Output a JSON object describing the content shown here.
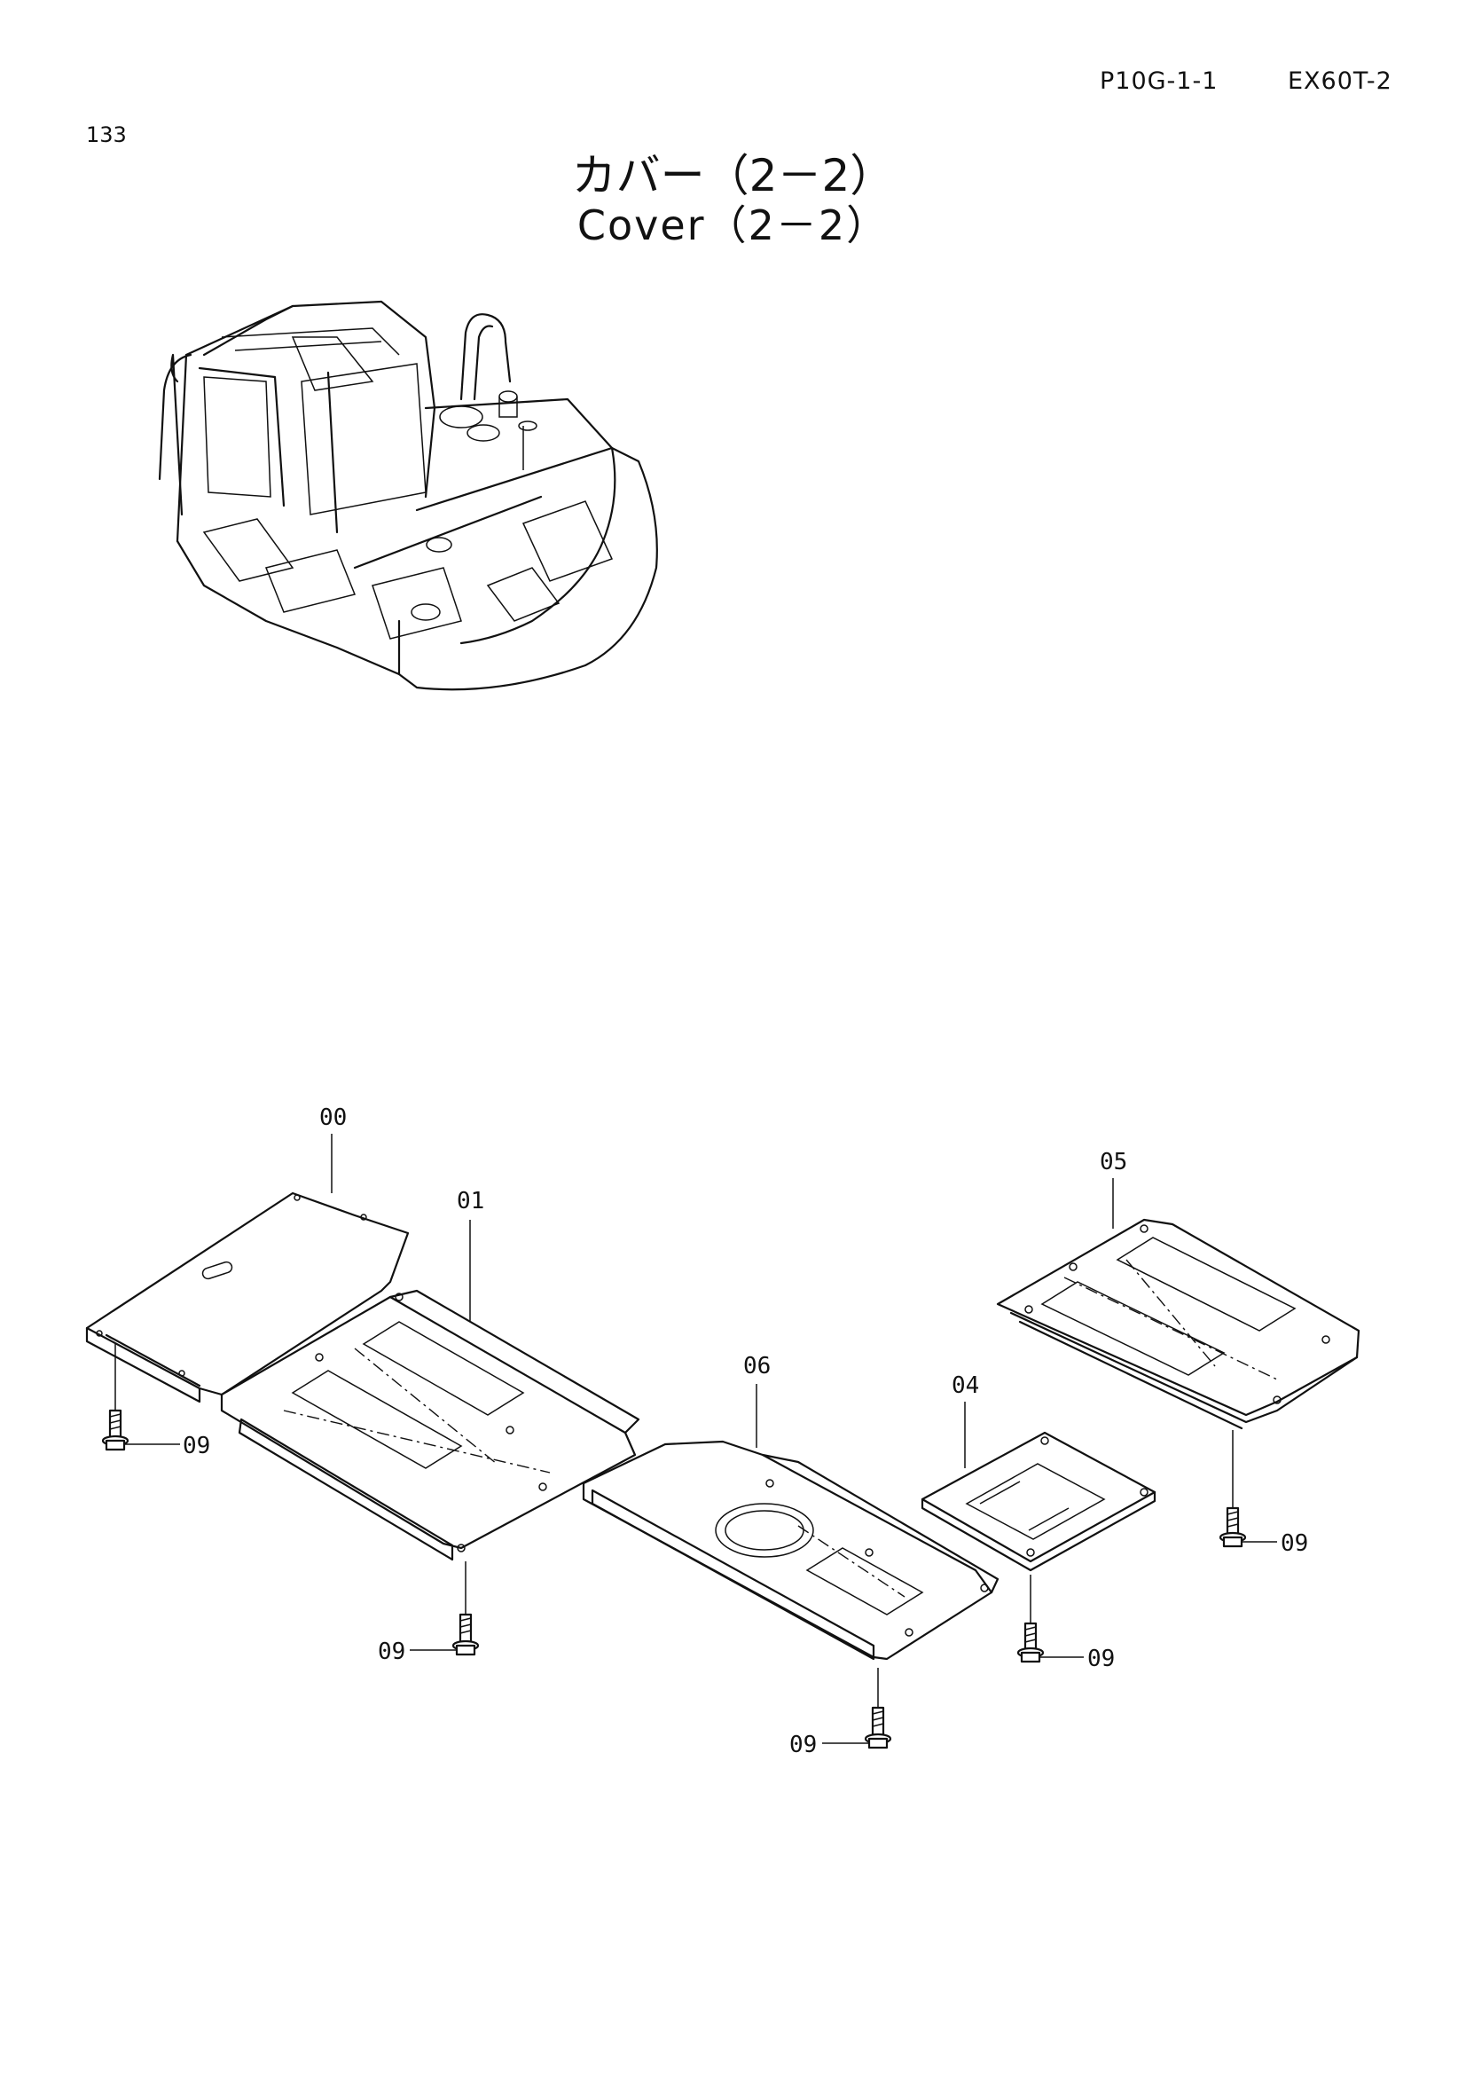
{
  "header": {
    "page_number": "133",
    "section_code": "P10G-1-1",
    "model_code": "EX60T-2"
  },
  "title": {
    "japanese": "カバー（2－2）",
    "english": "Cover（2－2）"
  },
  "callouts": {
    "c00": "00",
    "c01": "01",
    "c04": "04",
    "c05": "05",
    "c06": "06",
    "c09a": "09",
    "c09b": "09",
    "c09c": "09",
    "c09d": "09",
    "c09e": "09"
  }
}
